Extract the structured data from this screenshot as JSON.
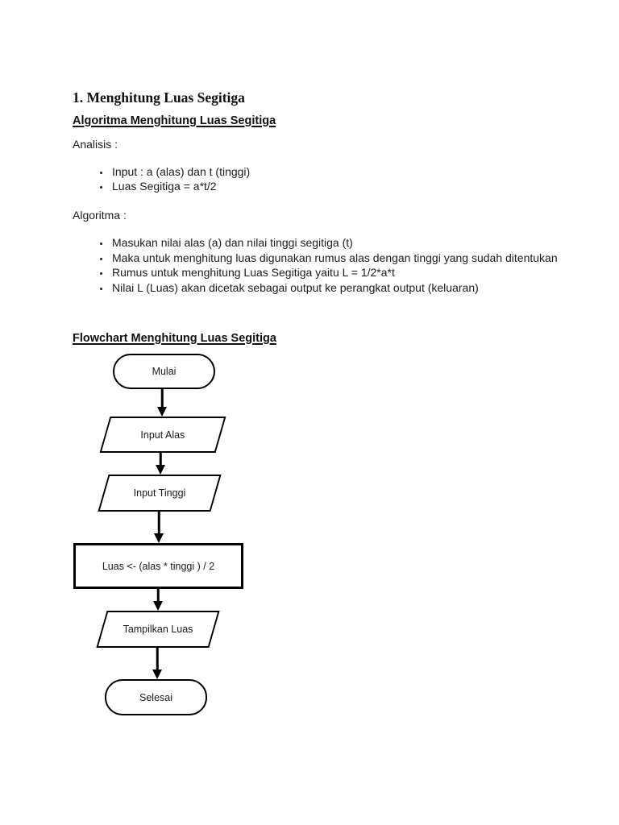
{
  "doc": {
    "title": "1. Menghitung Luas Segitiga",
    "algoritma_heading": "Algoritma Menghitung Luas Segitiga",
    "analisis_label": "Analisis :",
    "analisis_items": [
      "Input : a (alas) dan t (tinggi)",
      "Luas Segitiga = a*t/2"
    ],
    "algoritma_label": "Algoritma :",
    "algoritma_items": [
      "Masukan nilai alas (a) dan nilai tinggi segitiga (t)",
      "Maka untuk menghitung luas digunakan rumus alas dengan tinggi yang sudah ditentukan",
      "Rumus untuk menghitung Luas Segitiga yaitu L = 1/2*a*t",
      "Nilai L (Luas) akan dicetak sebagai output ke perangkat output (keluaran)"
    ],
    "flowchart_heading": "Flowchart Menghitung Luas Segitiga",
    "flowchart": {
      "nodes": [
        {
          "id": "start",
          "type": "terminator",
          "label": "Mulai"
        },
        {
          "id": "input-alas",
          "type": "io-parallelogram",
          "label": "Input Alas"
        },
        {
          "id": "input-tinggi",
          "type": "io-parallelogram",
          "label": "Input Tinggi"
        },
        {
          "id": "process-luas",
          "type": "process-rectangle",
          "label": "Luas <- (alas * tinggi ) / 2"
        },
        {
          "id": "output-luas",
          "type": "io-parallelogram",
          "label": "Tampilkan Luas"
        },
        {
          "id": "end",
          "type": "terminator",
          "label": "Selesai"
        }
      ]
    },
    "colors": {
      "page_background": "#ffffff",
      "text": "#1c1c1c",
      "shape_border": "#000000"
    }
  }
}
